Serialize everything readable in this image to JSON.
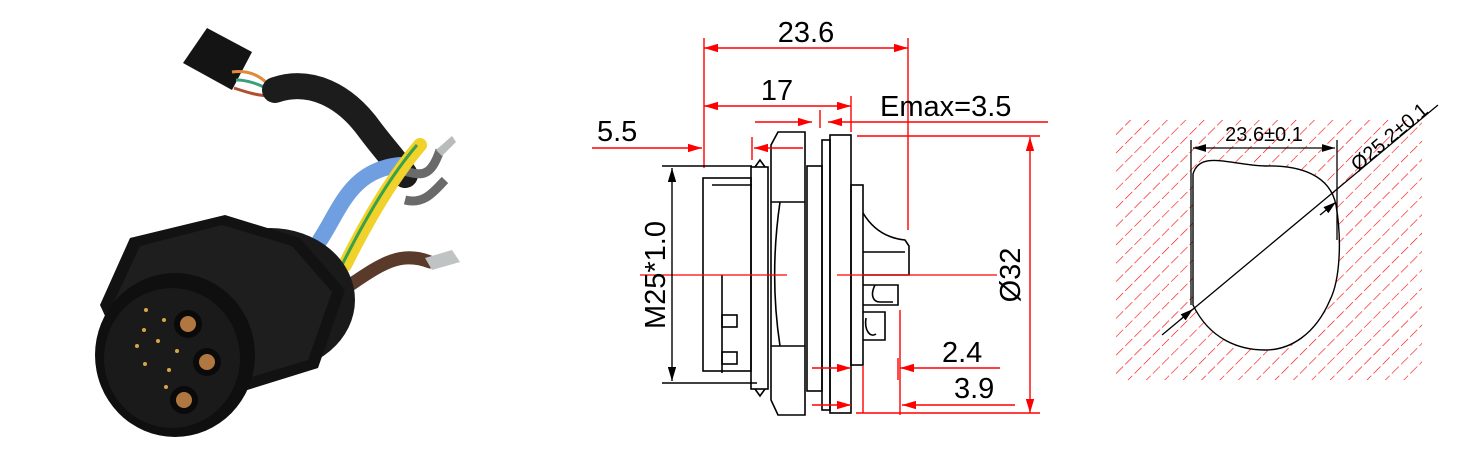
{
  "photo": {
    "subject": "panel-mount circular connector with cable harness",
    "colors": {
      "housing": "#161616",
      "blue_wire": "#6f9fe0",
      "yellow_wire": "#f1d22a",
      "green_stripe": "#3aa04a",
      "brown_wire": "#5a3a2a",
      "black_cable": "#1c1c1c",
      "gold_pin": "#d8a64a"
    }
  },
  "side_view": {
    "dimensions": {
      "overall_length": "23.6",
      "body_length": "17",
      "front_offset": "5.5",
      "panel_thickness_max": "Emax=3.5",
      "thread": "M25*1.0",
      "flange_diameter": "Ø32",
      "rear_offset_a": "2.4",
      "rear_offset_b": "3.9"
    },
    "colors": {
      "dimension_line": "#ff0000",
      "outline": "#000000"
    }
  },
  "panel_cutout": {
    "dimensions": {
      "flat_width": "23.6±0.1",
      "hole_diameter": "Ø25.2±0.1"
    },
    "colors": {
      "hatch": "#ff0000",
      "outline": "#000000"
    }
  }
}
